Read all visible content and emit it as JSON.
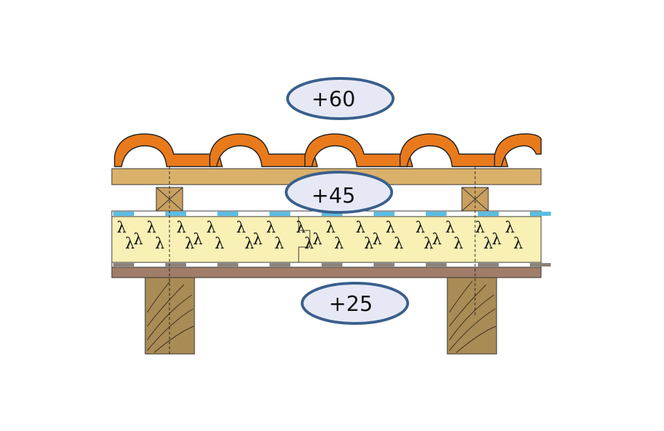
{
  "labels": {
    "top": "+60",
    "middle": "+45",
    "bottom": "+25"
  },
  "insulation_symbol": "λ",
  "colors": {
    "tile": "#e97a1c",
    "batten": "#d9b16b",
    "counter_batten": "#c9a060",
    "membrane": "#5bbde2",
    "insulation": "#f8f0b4",
    "vapour_layer": "#8c8279",
    "board": "#a07d68",
    "rafter": "#a98b56",
    "label_fill": "#e6e9f5",
    "label_stroke": "#3a5f8c"
  }
}
